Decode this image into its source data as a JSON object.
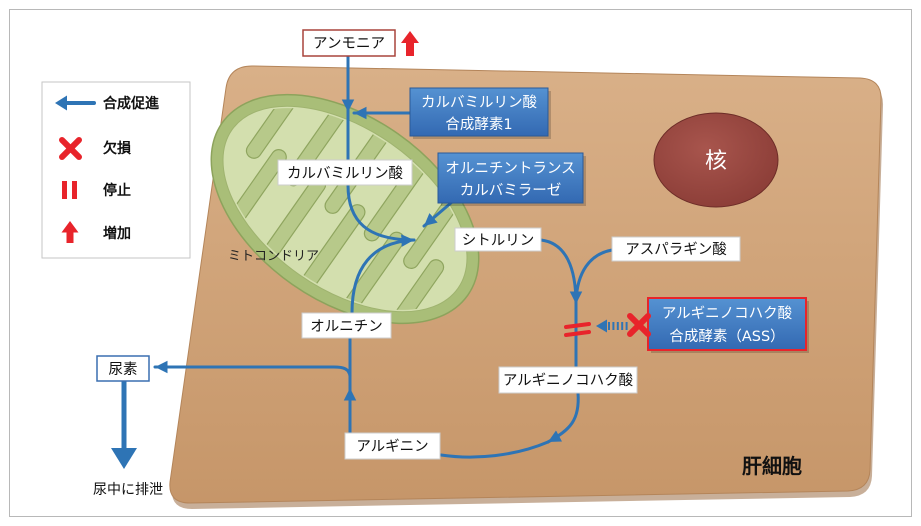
{
  "legend": {
    "items": [
      {
        "icon": "blue-left-arrow-icon",
        "label": "合成促進"
      },
      {
        "icon": "red-cross-icon",
        "label": "欠損"
      },
      {
        "icon": "red-pause-bars-icon",
        "label": "停止"
      },
      {
        "icon": "red-up-arrow-icon",
        "label": "増加"
      }
    ]
  },
  "cell": {
    "label": "肝細胞"
  },
  "organelles": {
    "nucleus": "核",
    "mitochondria": "ミトコンドリア"
  },
  "metabolites": {
    "ammonia": "アンモニア",
    "carbamoyl_phosphate": "カルバミルリン酸",
    "citrulline": "シトルリン",
    "aspartate": "アスパラギン酸",
    "argininosuccinate": "アルギニノコハク酸",
    "arginine": "アルギニン",
    "ornithine": "オルニチン",
    "urea": "尿素"
  },
  "enzymes": {
    "cps1": {
      "line1": "カルバミルリン酸",
      "line2": "合成酵素1"
    },
    "otc": {
      "line1": "オルニチントランス",
      "line2": "カルバミラーゼ"
    },
    "ass": {
      "line1": "アルギニノコハク酸",
      "line2": "合成酵素（ASS）"
    }
  },
  "indicators": {
    "ammonia": "red-up-arrow-icon",
    "ass_enzyme": "red-cross-icon",
    "ass_step": "red-pause-bars-icon",
    "ass_action": "dashed-left-arrow-icon"
  },
  "excretion": {
    "label": "尿中に排泄"
  },
  "colors": {
    "arrow_blue": "#2E74B5",
    "alert_red": "#E8242B",
    "cell_tan": "#C69669",
    "nucleus": "#8A3C36",
    "mitochondria": "#A9BE78",
    "enzyme_box": "#3369B2"
  }
}
